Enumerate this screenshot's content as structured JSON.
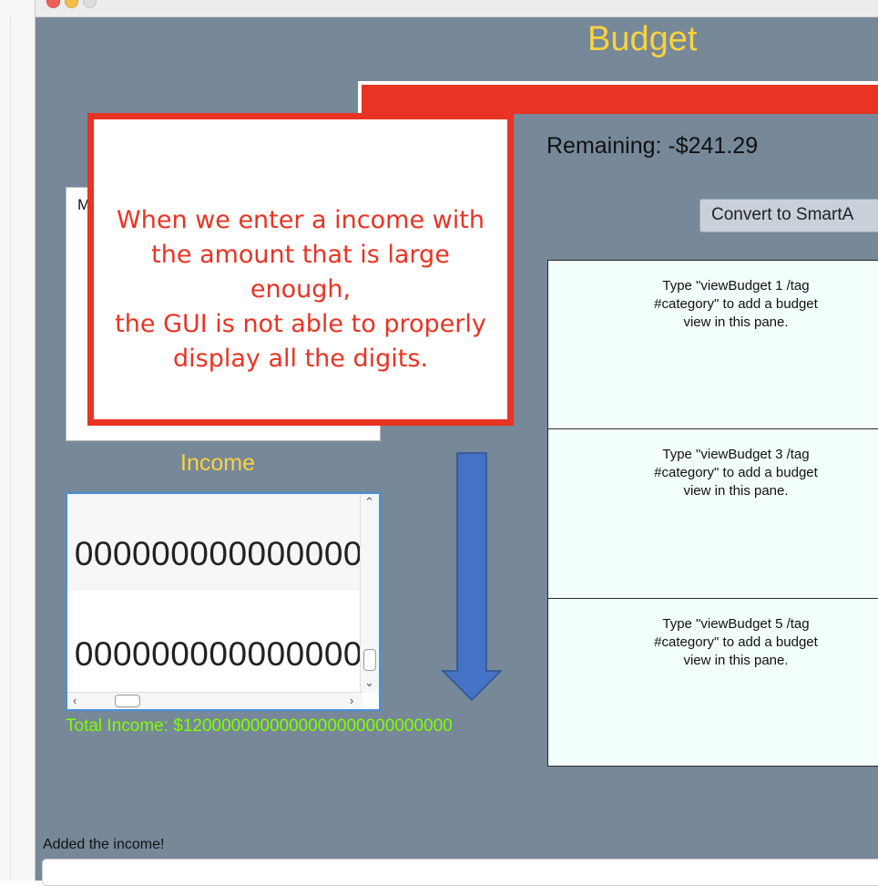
{
  "app": {
    "title": "Budget",
    "remaining": "Remaining: -$241.29",
    "convert_button": "Convert to SmartA"
  },
  "budget_panes": [
    {
      "text": "Type \"viewBudget 1 /tag #category\" to add a budget view in this pane.",
      "lines": [
        "Type \"viewBudget 1 /tag",
        "#category\" to add a budget",
        "view in this pane."
      ]
    },
    {
      "text": "Type \"viewBudget 3 /tag #category\" to add a budget view in this pane.",
      "lines": [
        "Type \"viewBudget 3 /tag",
        "#category\" to add a budget",
        "view in this pane."
      ]
    },
    {
      "text": "Type \"viewBudget 5 /tag #category\" to add a budget view in this pane.",
      "lines": [
        "Type \"viewBudget 5 /tag",
        "#category\" to add a budget",
        "view in this pane."
      ]
    }
  ],
  "expense_list": {
    "partial_label": "M"
  },
  "income": {
    "label": "Income",
    "items": [
      "000000000000000",
      "000000000000000"
    ],
    "total": "Total Income: $1200000000000000000000000000"
  },
  "status": {
    "message": "Added the income!"
  },
  "annotation": {
    "lines": [
      "When we enter a income with",
      "the amount that is large enough,",
      "the GUI is not able to properly",
      "display all the digits."
    ]
  },
  "colors": {
    "background": "#778899",
    "title": "#f7d33e",
    "annotation": "#e93323",
    "total_income": "#7fff00",
    "pane": "#f3fffb",
    "arrow": "#4472c4"
  }
}
